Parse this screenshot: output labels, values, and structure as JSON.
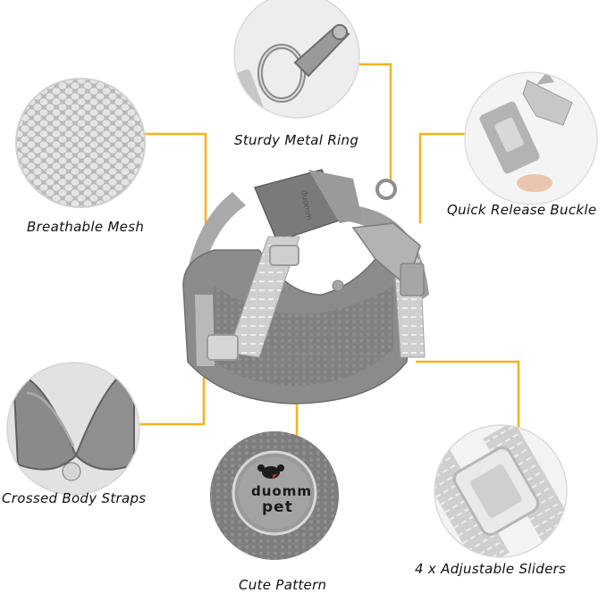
{
  "colors": {
    "connector": "#f2b31c",
    "harness_gray": "#8d8d8d",
    "reflective_strip": "#d9d9d9",
    "background": "#ffffff"
  },
  "features": [
    {
      "id": "metal-ring",
      "caption": "Sturdy Metal Ring"
    },
    {
      "id": "mesh",
      "caption": "Breathable Mesh"
    },
    {
      "id": "buckle",
      "caption": "Quick Release Buckle"
    },
    {
      "id": "crossed-straps",
      "caption": "Crossed Body Straps"
    },
    {
      "id": "pattern",
      "caption": "Cute Pattern"
    },
    {
      "id": "sliders",
      "caption": "4 x Adjustable Sliders"
    }
  ],
  "logo": {
    "line1": "duomm",
    "line2": "pet",
    "label_tag": "duomm"
  }
}
